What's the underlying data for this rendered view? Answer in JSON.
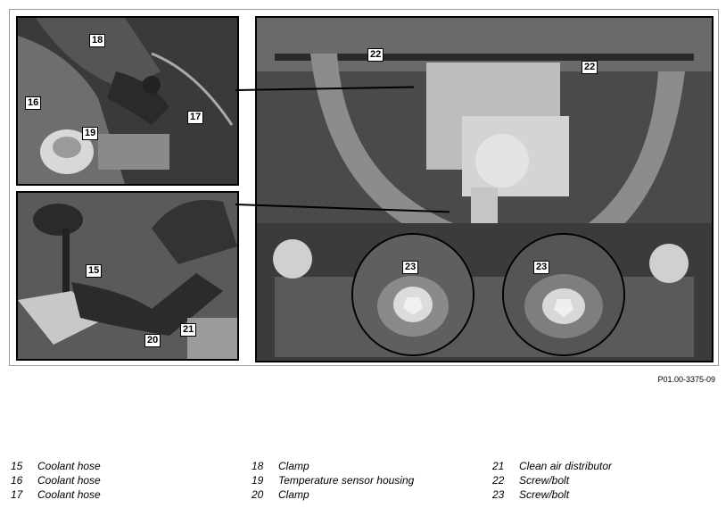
{
  "figure": {
    "callouts_panel1": [
      "18",
      "16",
      "19",
      "17"
    ],
    "callouts_panel2": [
      "15",
      "20",
      "21"
    ],
    "callouts_main": [
      "22",
      "22"
    ],
    "callouts_circles": [
      "23",
      "23"
    ],
    "reference": "P01.00-3375-09"
  },
  "legend": {
    "col1": [
      {
        "num": "15",
        "text": "Coolant hose"
      },
      {
        "num": "16",
        "text": "Coolant hose"
      },
      {
        "num": "17",
        "text": "Coolant hose"
      }
    ],
    "col2": [
      {
        "num": "18",
        "text": "Clamp"
      },
      {
        "num": "19",
        "text": "Temperature sensor housing"
      },
      {
        "num": "20",
        "text": "Clamp"
      }
    ],
    "col3": [
      {
        "num": "21",
        "text": "Clean air distributor"
      },
      {
        "num": "22",
        "text": "Screw/bolt"
      },
      {
        "num": "23",
        "text": "Screw/bolt"
      }
    ]
  }
}
